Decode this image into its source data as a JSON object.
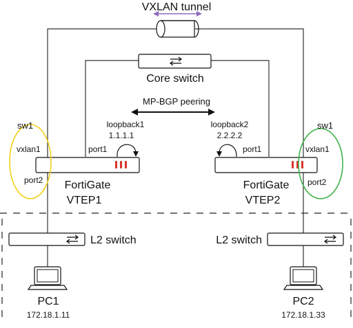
{
  "tunnel": {
    "label": "VXLAN tunnel"
  },
  "core_switch": {
    "label": "Core switch"
  },
  "bgp": {
    "label": "MP-BGP peering"
  },
  "vtep1": {
    "name": "FortiGate",
    "role": "VTEP1",
    "loopback_name": "loopback1",
    "loopback_ip": "1.1.1.1",
    "port_up": "port1",
    "switch_label": "sw1",
    "vxlan_label": "vxlan1",
    "port_down": "port2"
  },
  "vtep2": {
    "name": "FortiGate",
    "role": "VTEP2",
    "loopback_name": "loopback2",
    "loopback_ip": "2.2.2.2",
    "port_up": "port1",
    "switch_label": "sw1",
    "vxlan_label": "vxlan1",
    "port_down": "port2"
  },
  "l2_left": {
    "label": "L2 switch"
  },
  "l2_right": {
    "label": "L2 switch"
  },
  "pc1": {
    "name": "PC1",
    "ip": "172.18.1.11"
  },
  "pc2": {
    "name": "PC2",
    "ip": "172.18.1.33"
  },
  "colors": {
    "tunnel_arrow": "#8e6bbf",
    "sw1_left": "#f2d11a",
    "sw1_left_text": "#e8c400",
    "sw1_right": "#3fb34a",
    "sw1_right_text": "#2ea83a",
    "fortigate_led": "#d9342b"
  }
}
